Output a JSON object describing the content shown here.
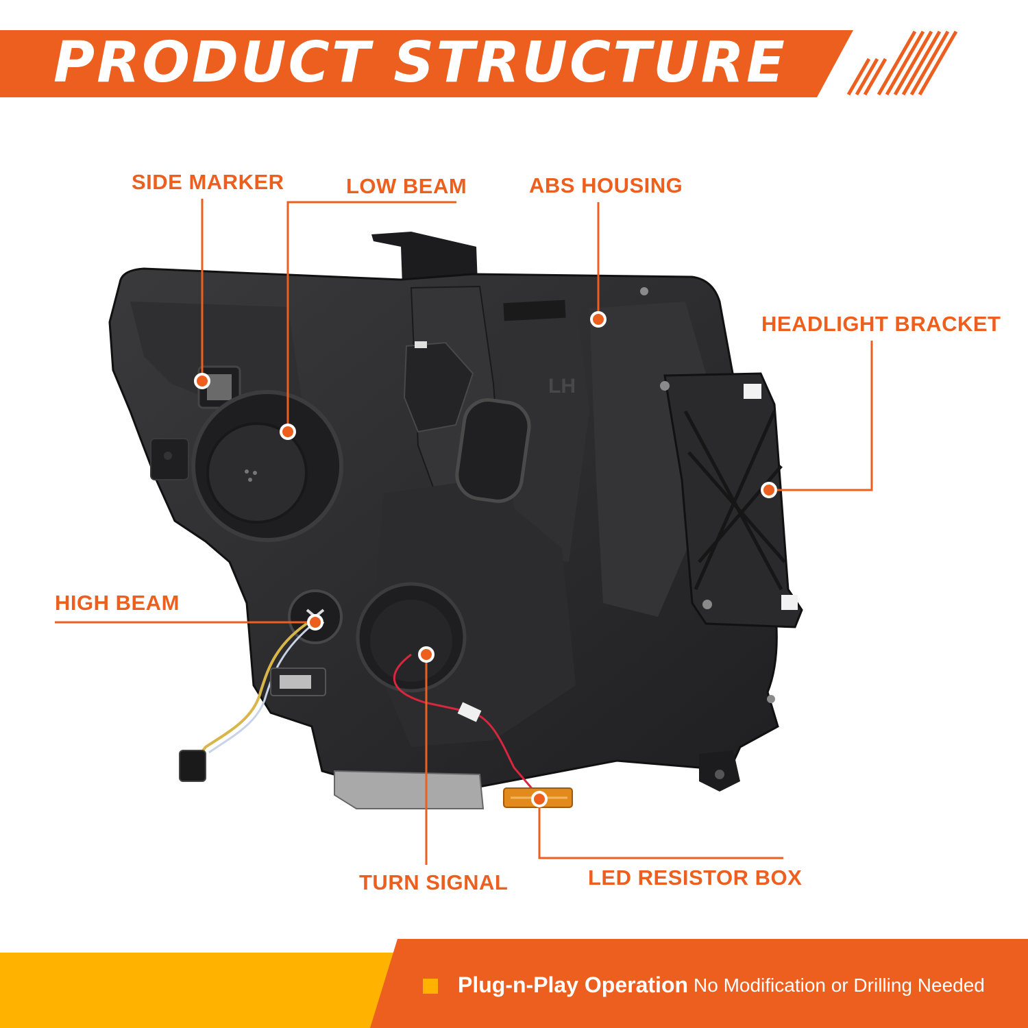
{
  "header": {
    "title": "PRODUCT STRUCTURE"
  },
  "callouts": {
    "side_marker": "SIDE MARKER",
    "low_beam": "LOW BEAM",
    "abs_housing": "ABS HOUSING",
    "headlight_bracket": "HEADLIGHT BRACKET",
    "high_beam": "HIGH BEAM",
    "turn_signal": "TURN SIGNAL",
    "led_resistor_box": "LED RESISTOR BOX"
  },
  "product": {
    "side_mark": "LH"
  },
  "footer": {
    "feature": "Plug-n-Play Operation",
    "note": "No Modification or Drilling Needed"
  },
  "colors": {
    "accent": "#ec5f1e",
    "accent_yellow": "#ffb300",
    "housing": "#2b2b2d",
    "white": "#ffffff"
  }
}
